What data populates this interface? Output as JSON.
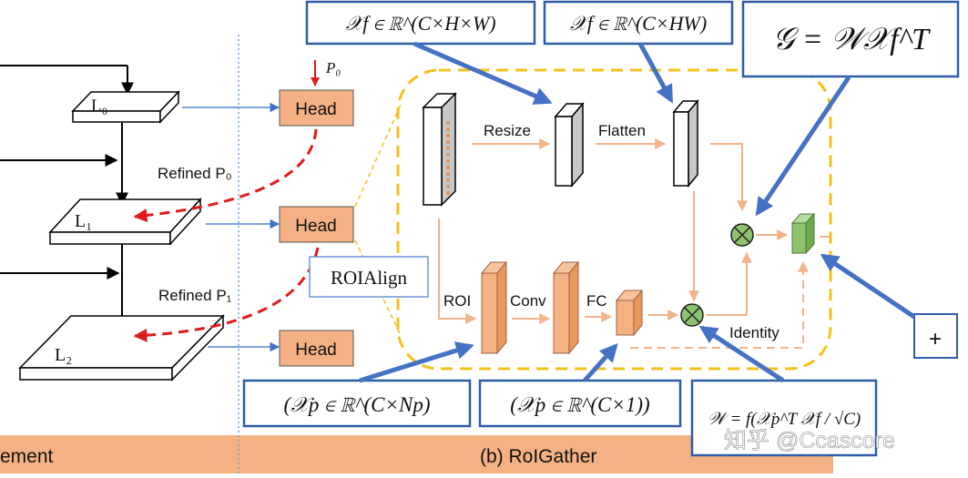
{
  "layers": {
    "l0": "L₀",
    "l1": "L₁",
    "l2": "L₂"
  },
  "heads": {
    "head0": "Head",
    "head1": "Head",
    "head2": "Head",
    "p0": "P₀"
  },
  "refined": {
    "p0": "Refined P₀",
    "p1": "Refined P₁"
  },
  "roialign_label": "ROIAlign",
  "roigather": {
    "resize": "Resize",
    "flatten": "Flatten",
    "roi": "ROI",
    "conv": "Conv",
    "fc": "FC",
    "identity": "Identity"
  },
  "formulas": {
    "xf_chw": "𝒳f ∈ ℝ^(C×H×W)",
    "xf_chw_flat": "𝒳f ∈ ℝ^(C×HW)",
    "g": "𝒢 = 𝒲𝒳f^T",
    "xp_cnp": "(𝒳p ∈ ℝ^(C×Np)",
    "xp_c1": "(𝒳p ∈ ℝ^(C×1))",
    "w": "𝒲 = f(𝒳p^T 𝒳f / √C)"
  },
  "plus_label": "+",
  "footer": {
    "left": "ement",
    "right": "(b) RoIGather"
  },
  "watermark": "知乎 @Ccascore",
  "colors": {
    "orange_block": "#f4b183",
    "orange_arrow": "#f2b48a",
    "blue_arrow": "#4472c4",
    "red_dash": "#e0191b",
    "green": "#8dc26e",
    "gold_dash": "#f2c11a",
    "footer_bg": "#f4b183",
    "box_border": "#2e5ea8"
  }
}
